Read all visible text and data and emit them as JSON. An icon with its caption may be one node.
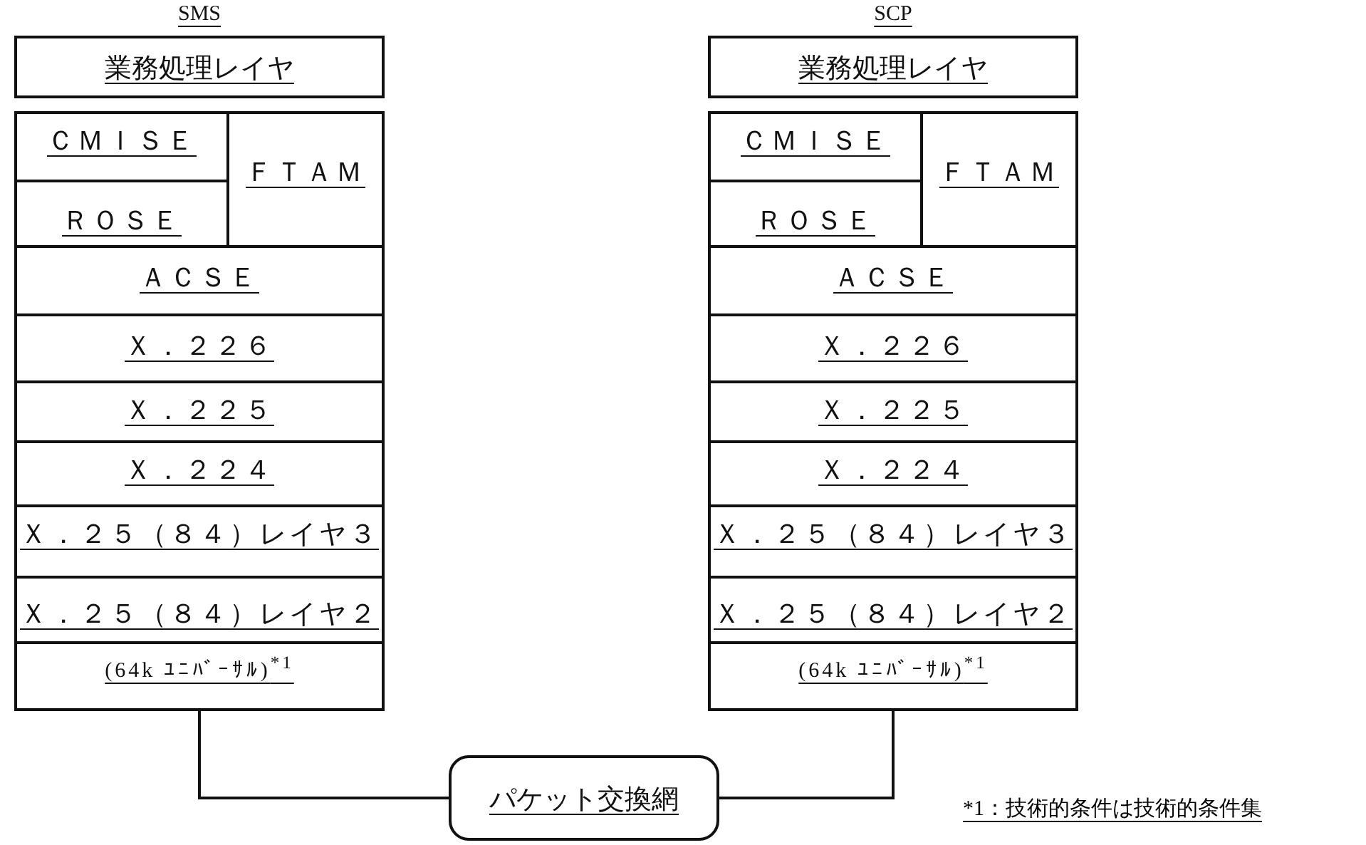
{
  "diagram": {
    "nodes": [
      {
        "text": [
          "SMS",
          "業務処理レイヤ"
        ]
      },
      {
        "text": [],
        "shape": "box"
      },
      {
        "text": [
          "ＣＭＩＳＥ"
        ],
        "in": 1
      },
      {
        "text": [
          "ＲＯＳＥ"
        ],
        "in": 1
      },
      {
        "text": [
          "ＦＴＡＭ"
        ],
        "in": 1
      },
      {
        "text": [
          "ＡＣＳＥ"
        ],
        "in": 1
      },
      {
        "text": [
          "Ｘ．２２６"
        ],
        "in": 1
      },
      {
        "text": [
          "Ｘ．２２５"
        ],
        "in": 1
      },
      {
        "text": [
          "Ｘ．２２４"
        ],
        "in": 1
      },
      {
        "text": [
          "Ｘ．２５（８４）レイヤ３"
        ],
        "in": 1
      },
      {
        "text": [
          "Ｘ．２５（８４）レイヤ２"
        ],
        "in": 1
      },
      {
        "text": [
          "(64k ﾕﾆﾊﾞｰｻﾙ)$^{*1}$"
        ],
        "in": 1
      },
      {
        "text": [
          "パケット交換網"
        ]
      },
      {
        "text": [
          "SCP",
          "業務処理レイヤ"
        ]
      },
      {
        "text": [],
        "shape": "box"
      },
      {
        "text": [
          "ＣＭＩＳＥ"
        ],
        "in": 14
      },
      {
        "text": [
          "ＲＯＳＥ"
        ],
        "in": 14
      },
      {
        "text": [
          "ＦＴＡＭ"
        ],
        "in": 14
      },
      {
        "text": [
          "ＡＣＳＥ"
        ],
        "in": 14
      },
      {
        "text": [
          "Ｘ．２２６"
        ],
        "in": 14
      },
      {
        "text": [
          "Ｘ．２２５"
        ],
        "in": 14
      },
      {
        "text": [
          "Ｘ．２２４"
        ],
        "in": 14
      },
      {
        "text": [
          "Ｘ．２５（８４）レイヤ３"
        ],
        "in": 14
      },
      {
        "text": [
          "Ｘ．２５（８４）レイヤ２"
        ],
        "in": 14
      },
      {
        "text": [
          "(64k ﾕﾆﾊﾞｰｻﾙ)$^{*1}$"
        ],
        "in": 14
      }
    ],
    "edges": [
      {
        "from": 1,
        "to": 12,
        "arrow": "none"
      },
      {
        "from": 14,
        "to": 12,
        "arrow": "none"
      }
    ],
    "labels": [
      "*1：技術的条件は技術的条件集"
    ]
  }
}
